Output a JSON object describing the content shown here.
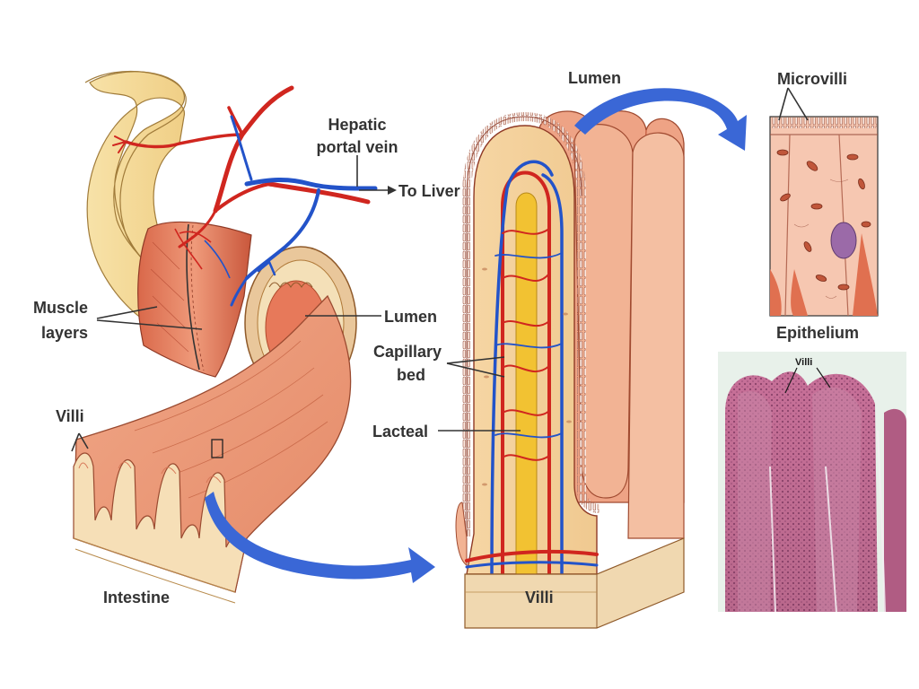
{
  "colors": {
    "background": "#ffffff",
    "tissue": "#e9967a",
    "tissue_dark": "#c0563a",
    "mucosa": "#f5dcae",
    "artery": "#d0261f",
    "vein": "#2353c9",
    "lacteal": "#f2c232",
    "arrow": "#3a67d6",
    "micrograph": "#a8507a",
    "label": "#333333"
  },
  "labels": {
    "hepatic_portal_vein_line1": "Hepatic",
    "hepatic_portal_vein_line2": "portal vein",
    "to_liver": "To Liver",
    "muscle_layers_line1": "Muscle",
    "muscle_layers_line2": "layers",
    "lumen_intestine": "Lumen",
    "villi_intestine": "Villi",
    "intestine": "Intestine",
    "lumen_villus": "Lumen",
    "capillary_bed_line1": "Capillary",
    "capillary_bed_line2": "bed",
    "lacteal": "Lacteal",
    "villi_center": "Villi",
    "microvilli": "Microvilli",
    "epithelium": "Epithelium",
    "villi_micrograph": "Villi"
  }
}
